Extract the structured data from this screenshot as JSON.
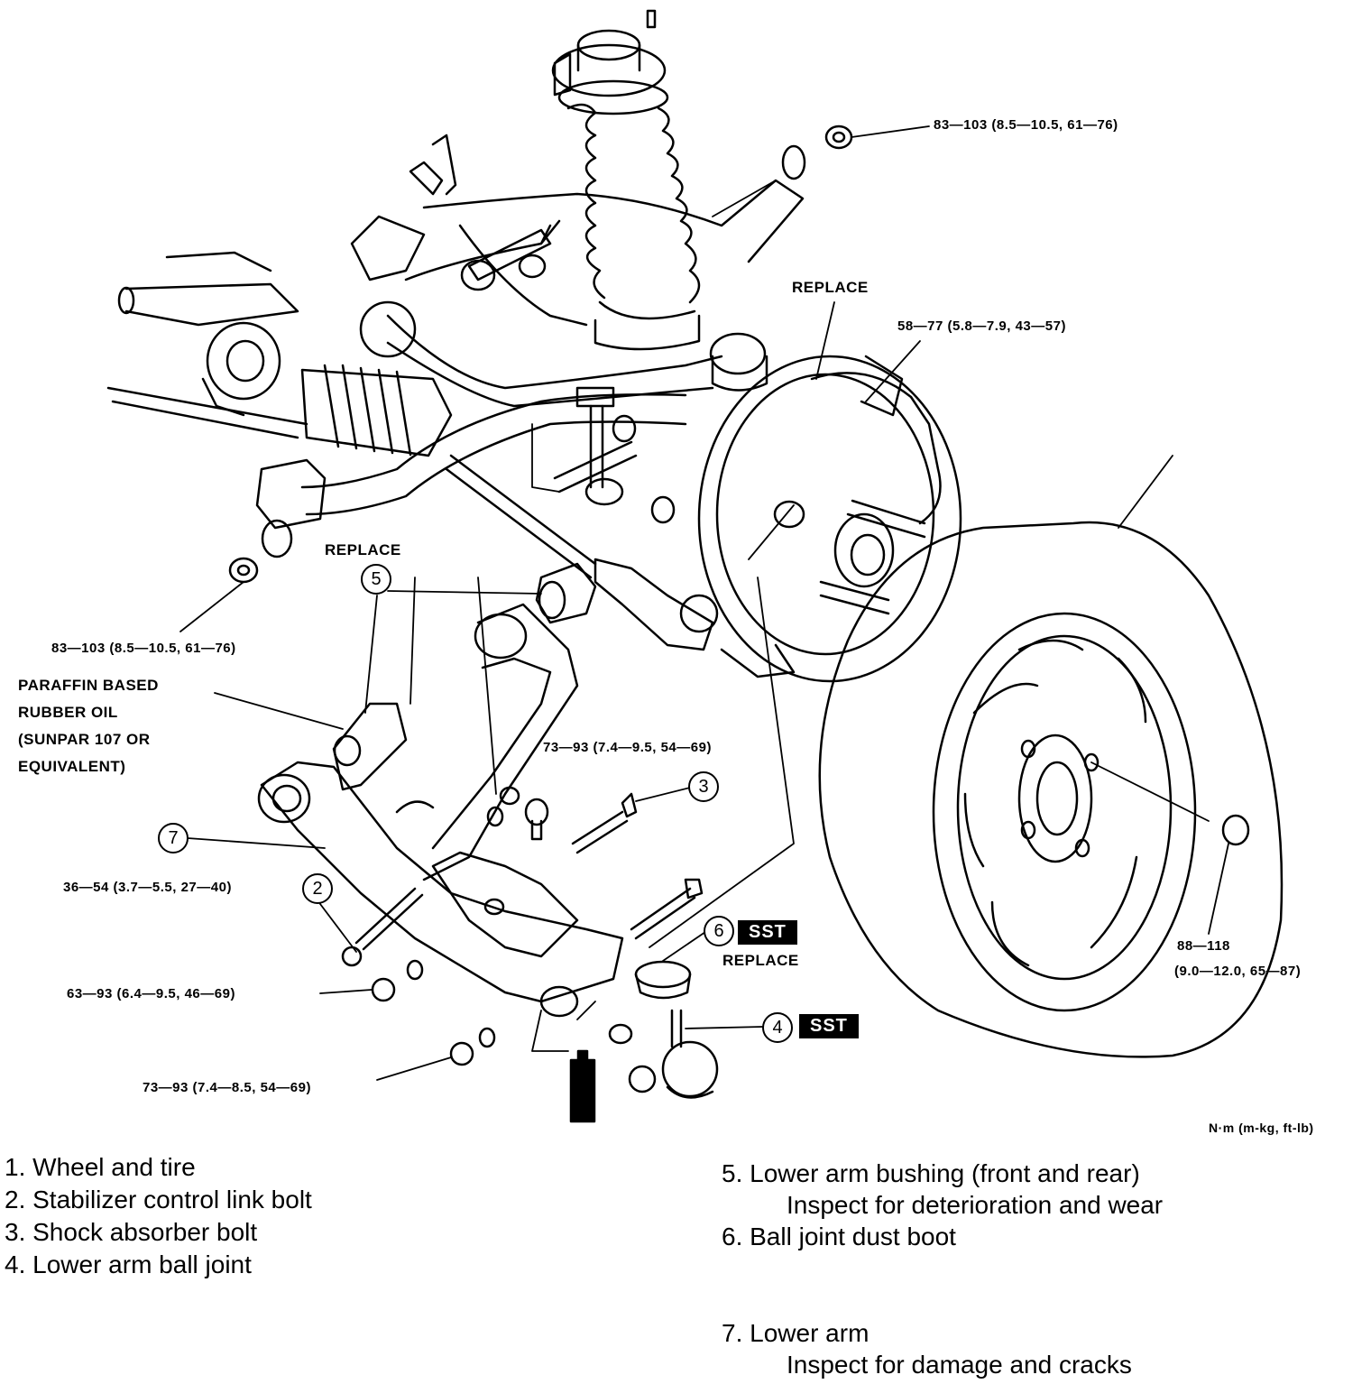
{
  "labels": {
    "torque_strut_top": "83—103 (8.5—10.5, 61—76)",
    "replace_upper": "REPLACE",
    "torque_caliper": "58—77 (5.8—7.9, 43—57)",
    "replace_bushing": "REPLACE",
    "torque_stabilizer_nut": "83—103 (8.5—10.5, 61—76)",
    "paraffin_line1": "PARAFFIN BASED",
    "paraffin_line2": "RUBBER OIL",
    "paraffin_line3": "(SUNPAR 107 OR",
    "paraffin_line4": "EQUIVALENT)",
    "torque_shock": "73—93 (7.4—9.5, 54—69)",
    "torque_link_bolt": "36—54 (3.7—5.5, 27—40)",
    "torque_arm_nut": "63—93 (6.4—9.5, 46—69)",
    "torque_bottom": "73—93 (7.4—8.5, 54—69)",
    "sst_6": "SST",
    "replace_boot": "REPLACE",
    "sst_4": "SST",
    "torque_wheel_line1": "88—118",
    "torque_wheel_line2": "(9.0—12.0, 65—87)",
    "units": "N·m (m-kg, ft-lb)"
  },
  "callouts": {
    "c2": "2",
    "c3": "3",
    "c4": "4",
    "c5": "5",
    "c6": "6",
    "c7": "7"
  },
  "legend": {
    "item1": "1. Wheel and tire",
    "item2": "2. Stabilizer control link bolt",
    "item3": "3. Shock absorber bolt",
    "item4": "4. Lower arm ball joint",
    "item5": "5. Lower arm bushing (front and rear)",
    "item5_note": "Inspect for deterioration and wear",
    "item6": "6. Ball joint dust boot",
    "item7": "7. Lower arm",
    "item7_note": "Inspect for damage and cracks"
  }
}
